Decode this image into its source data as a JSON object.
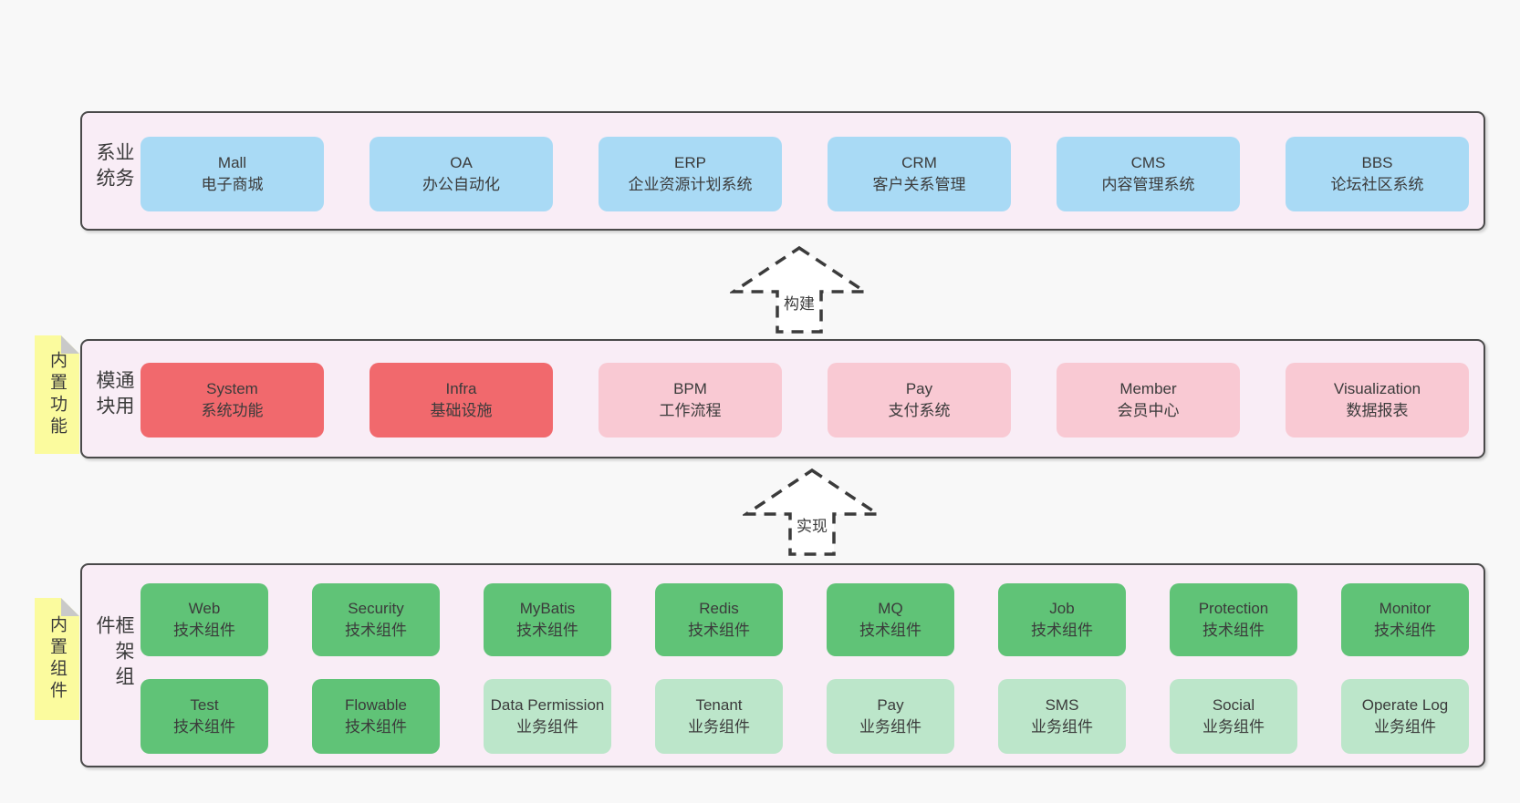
{
  "diagram": {
    "arrows": [
      {
        "label": "构建"
      },
      {
        "label": "实现"
      }
    ],
    "layers": [
      {
        "label": "业务系统",
        "rows": [
          [
            {
              "en": "Mall",
              "zh": "电子商城",
              "variant": "blue"
            },
            {
              "en": "OA",
              "zh": "办公自动化",
              "variant": "blue"
            },
            {
              "en": "ERP",
              "zh": "企业资源计划系统",
              "variant": "blue"
            },
            {
              "en": "CRM",
              "zh": "客户关系管理",
              "variant": "blue"
            },
            {
              "en": "CMS",
              "zh": "内容管理系统",
              "variant": "blue"
            },
            {
              "en": "BBS",
              "zh": "论坛社区系统",
              "variant": "blue"
            }
          ]
        ]
      },
      {
        "label": "通用模块",
        "note": "内置功能",
        "rows": [
          [
            {
              "en": "System",
              "zh": "系统功能",
              "variant": "red"
            },
            {
              "en": "Infra",
              "zh": "基础设施",
              "variant": "red"
            },
            {
              "en": "BPM",
              "zh": "工作流程",
              "variant": "pink"
            },
            {
              "en": "Pay",
              "zh": "支付系统",
              "variant": "pink"
            },
            {
              "en": "Member",
              "zh": "会员中心",
              "variant": "pink"
            },
            {
              "en": "Visualization",
              "zh": "数据报表",
              "variant": "pink"
            }
          ]
        ]
      },
      {
        "label": "框架组件",
        "note": "内置组件",
        "rows": [
          [
            {
              "en": "Web",
              "zh": "技术组件",
              "variant": "green"
            },
            {
              "en": "Security",
              "zh": "技术组件",
              "variant": "green"
            },
            {
              "en": "MyBatis",
              "zh": "技术组件",
              "variant": "green"
            },
            {
              "en": "Redis",
              "zh": "技术组件",
              "variant": "green"
            },
            {
              "en": "MQ",
              "zh": "技术组件",
              "variant": "green"
            },
            {
              "en": "Job",
              "zh": "技术组件",
              "variant": "green"
            },
            {
              "en": "Protection",
              "zh": "技术组件",
              "variant": "green"
            },
            {
              "en": "Monitor",
              "zh": "技术组件",
              "variant": "green"
            }
          ],
          [
            {
              "en": "Test",
              "zh": "技术组件",
              "variant": "green"
            },
            {
              "en": "Flowable",
              "zh": "技术组件",
              "variant": "green"
            },
            {
              "en": "Data Permission",
              "zh": "业务组件",
              "variant": "lightgreen"
            },
            {
              "en": "Tenant",
              "zh": "业务组件",
              "variant": "lightgreen"
            },
            {
              "en": "Pay",
              "zh": "业务组件",
              "variant": "lightgreen"
            },
            {
              "en": "SMS",
              "zh": "业务组件",
              "variant": "lightgreen"
            },
            {
              "en": "Social",
              "zh": "业务组件",
              "variant": "lightgreen"
            },
            {
              "en": "Operate Log",
              "zh": "业务组件",
              "variant": "lightgreen"
            }
          ]
        ]
      }
    ],
    "colors": {
      "panel_background": "#f9edf6",
      "panel_border": "#4a4a4a",
      "box_blue": "#a9daf5",
      "box_red": "#f1696d",
      "box_pink": "#f9c9d3",
      "box_green": "#60c377",
      "box_light_green": "#bce6ca",
      "note_yellow": "#fbfb9e",
      "note_fold_gray": "#c9c9c9",
      "page_background": "#f8f8f8",
      "text": "#3b3b3b"
    }
  }
}
